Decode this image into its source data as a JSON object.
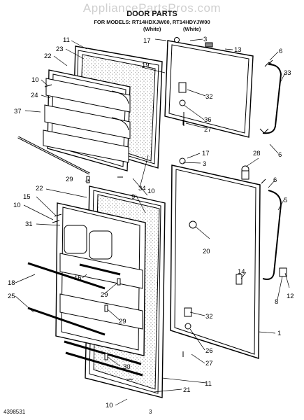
{
  "watermark": "AppliancePartsPros.com",
  "header": {
    "title": "DOOR PARTS",
    "models_line": "FOR MODELS: RT14HDXJW00, RT14HDYJW00",
    "finish_left": "(White)",
    "finish_right": "(White)"
  },
  "callouts": [
    "1",
    "3",
    "5",
    "6",
    "8",
    "9",
    "10",
    "11",
    "12",
    "13",
    "14",
    "15",
    "16",
    "17",
    "18",
    "19",
    "20",
    "21",
    "22",
    "23",
    "24",
    "25",
    "26",
    "27",
    "28",
    "29",
    "30",
    "31",
    "32",
    "33",
    "34",
    "36",
    "37"
  ],
  "footer": {
    "doc_number": "4398531",
    "page_number": "3"
  }
}
